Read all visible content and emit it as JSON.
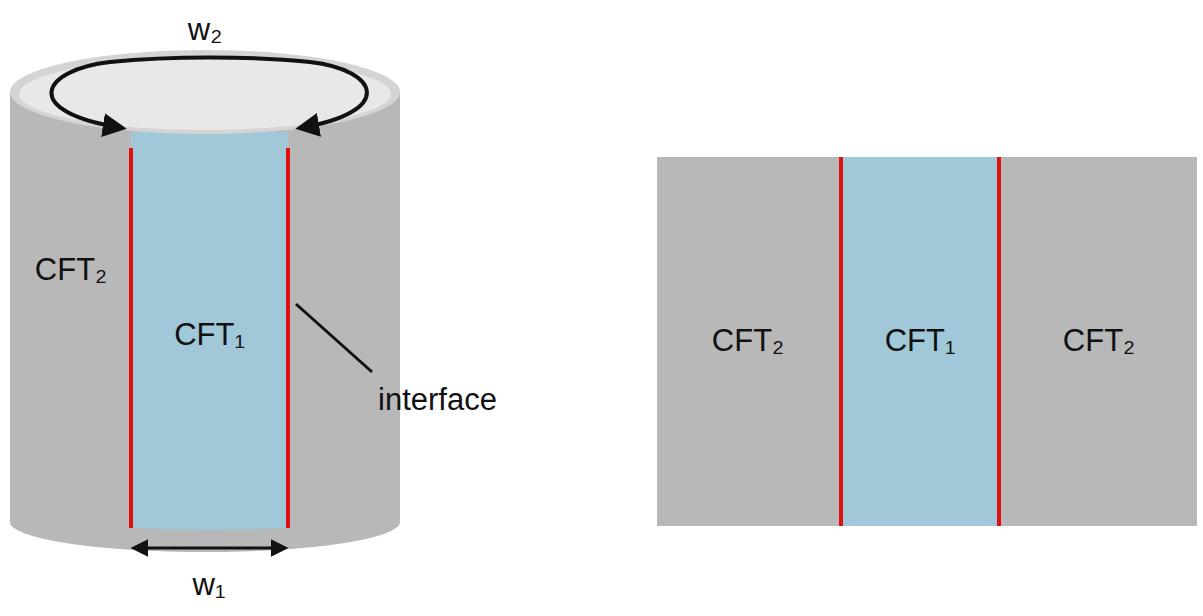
{
  "diagram": {
    "nodes": [
      {
        "text": [
          "CFT₂"
        ]
      },
      {
        "text": [
          "CFT₁"
        ]
      },
      {
        "text": [
          "CFT₂"
        ]
      },
      {
        "text": [
          "CFT₁"
        ]
      },
      {
        "text": [
          "CFT₂"
        ]
      }
    ],
    "labels": [
      "w₂",
      "interface",
      "w₁"
    ]
  }
}
